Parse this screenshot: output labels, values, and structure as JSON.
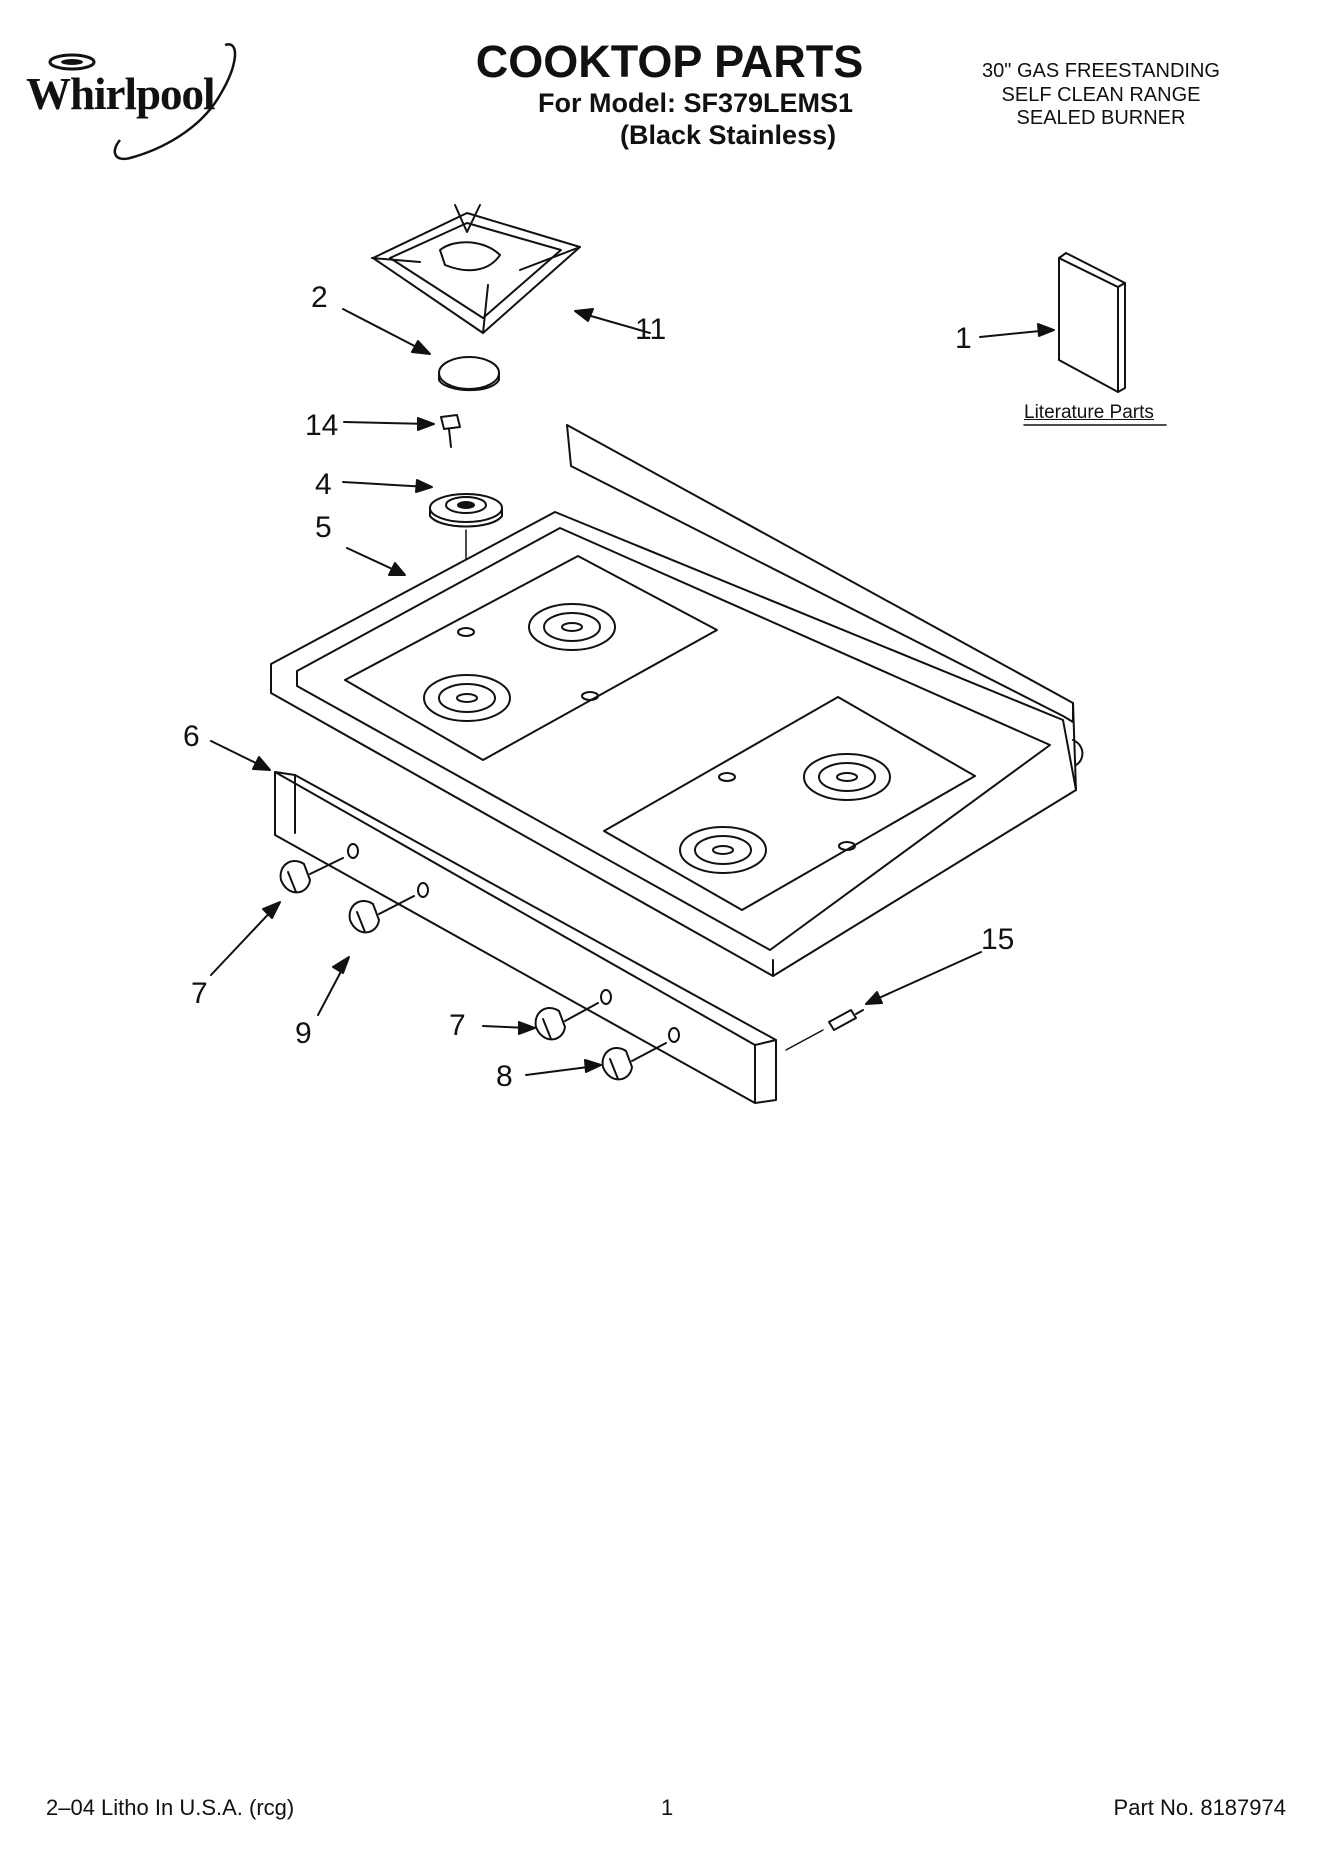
{
  "header": {
    "brand": "Whirlpool",
    "title": "COOKTOP PARTS",
    "model_line": "For Model: SF379LEMS1",
    "finish_line": "(Black Stainless)",
    "spec_lines": [
      "30\" GAS FREESTANDING",
      "SELF CLEAN RANGE",
      "SEALED BURNER"
    ]
  },
  "literature": {
    "label": "Literature Parts",
    "callout": "1"
  },
  "callouts": {
    "c2": "2",
    "c11": "11",
    "c14": "14",
    "c4": "4",
    "c5": "5",
    "c6": "6",
    "c7a": "7",
    "c9": "9",
    "c7b": "7",
    "c8": "8",
    "c15": "15"
  },
  "footer": {
    "left": "2–04 Litho In U.S.A. (rcg)",
    "center": "1",
    "right": "Part No. 8187974"
  }
}
